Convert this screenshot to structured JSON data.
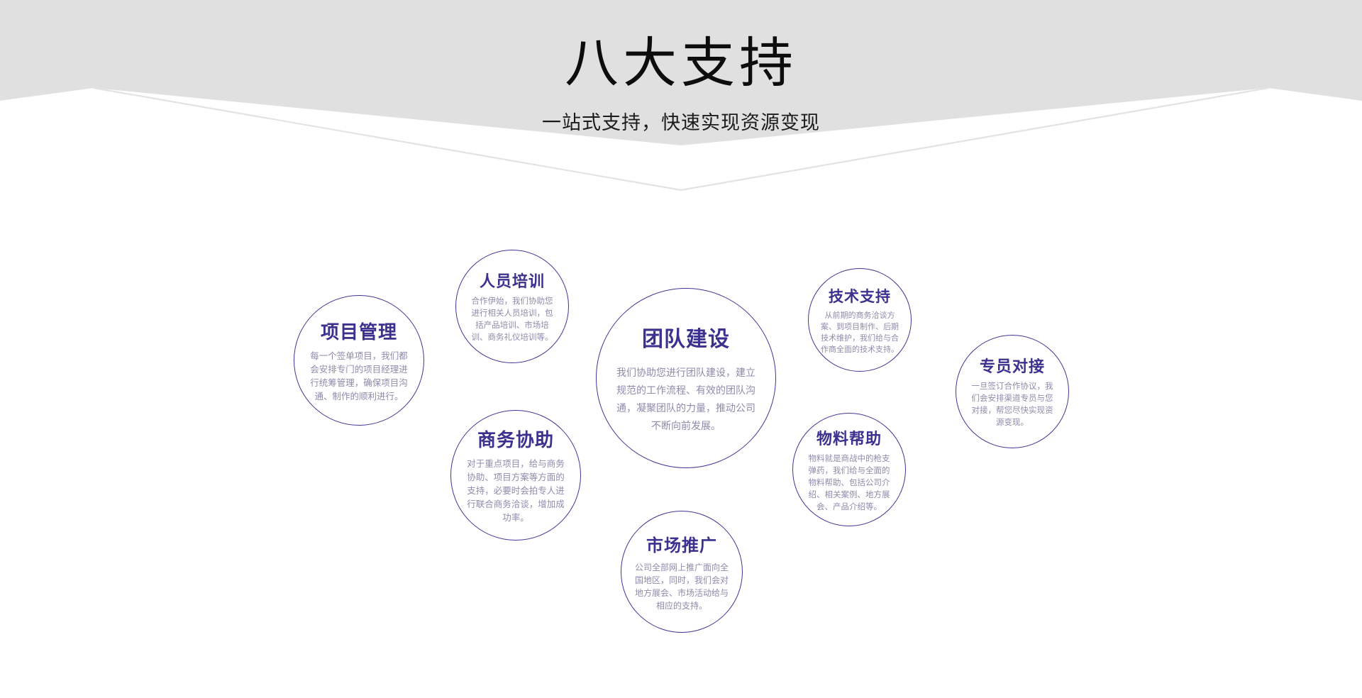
{
  "header": {
    "title": "八大支持",
    "subtitle": "一站式支持，快速实现资源变现"
  },
  "theme": {
    "accent": "#3b318f",
    "circle_border": "#413596",
    "body_text": "#8e8bab",
    "bg_shape": "#e0e0e0",
    "page_bg": "#ffffff",
    "title_color": "#0d0d0d"
  },
  "circles": [
    {
      "id": "project-management",
      "title": "项目管理",
      "desc": "每一个签单项目，我们都会安排专门的项目经理进行统筹管理，确保项目沟通、制作的顺利进行。"
    },
    {
      "id": "staff-training",
      "title": "人员培训",
      "desc": "合作伊始，我们协助您进行相关人员培训，包括产品培训、市场培训、商务礼仪培训等。"
    },
    {
      "id": "business-assistance",
      "title": "商务协助",
      "desc": "对于重点项目，给与商务协助、项目方案等方面的支持，必要时会拍专人进行联合商务洽谈，增加成功率。"
    },
    {
      "id": "team-building",
      "title": "团队建设",
      "desc": "我们协助您进行团队建设，建立规范的工作流程、有效的团队沟通，凝聚团队的力量，推动公司不断向前发展。"
    },
    {
      "id": "market-promotion",
      "title": "市场推广",
      "desc": "公司全部网上推广面向全国地区，同时，我们会对地方展会、市场活动给与相应的支持。"
    },
    {
      "id": "material-help",
      "title": "物料帮助",
      "desc": "物料就是商战中的枪支弹药，我们给与全面的物料帮助、包括公司介绍、相关案例、地方展会、产品介绍等。"
    },
    {
      "id": "technical-support",
      "title": "技术支持",
      "desc": "从前期的商务洽谈方案、到项目制作、后期技术维护，我们给与合作商全面的技术支持。"
    },
    {
      "id": "liaison-officer",
      "title": "专员对接",
      "desc": "一旦签订合作协议，我们会安排渠道专员与您对接，帮您尽快实现资源变现。"
    }
  ]
}
